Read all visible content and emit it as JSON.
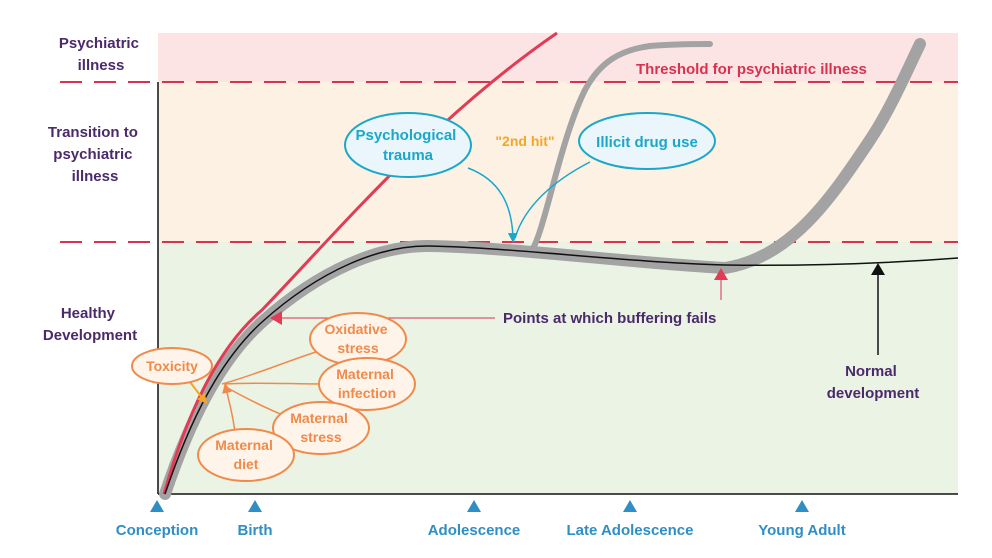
{
  "zones": {
    "illness": "Psychiatric illness",
    "transition": "Transition to psychiatric illness",
    "healthy": "Healthy Development"
  },
  "threshold_label": "Threshold for psychiatric illness",
  "second_hit_label": "\"2nd hit\"",
  "bubbles": {
    "trauma": "Psychological trauma",
    "drug": "Illicit drug use",
    "toxicity": "Toxicity",
    "oxidative": "Oxidative stress",
    "infection": "Maternal infection",
    "stress": "Maternal stress",
    "diet": "Maternal diet"
  },
  "annotations": {
    "buffering": "Points at which buffering fails",
    "normal": "Normal development"
  },
  "timeline": [
    "Conception",
    "Birth",
    "Adolescence",
    "Late Adolescence",
    "Young Adult"
  ],
  "colors": {
    "illness_bg": "#fde4e4",
    "transition_bg": "#fdf1e3",
    "healthy_bg": "#eaf3e4",
    "threshold": "#d8324f",
    "purple": "#4a2a6b",
    "blue": "#2f8ec5",
    "cyan": "#1aa7c9",
    "orange": "#f08a4b",
    "gray_path": "#a3a3a3"
  }
}
